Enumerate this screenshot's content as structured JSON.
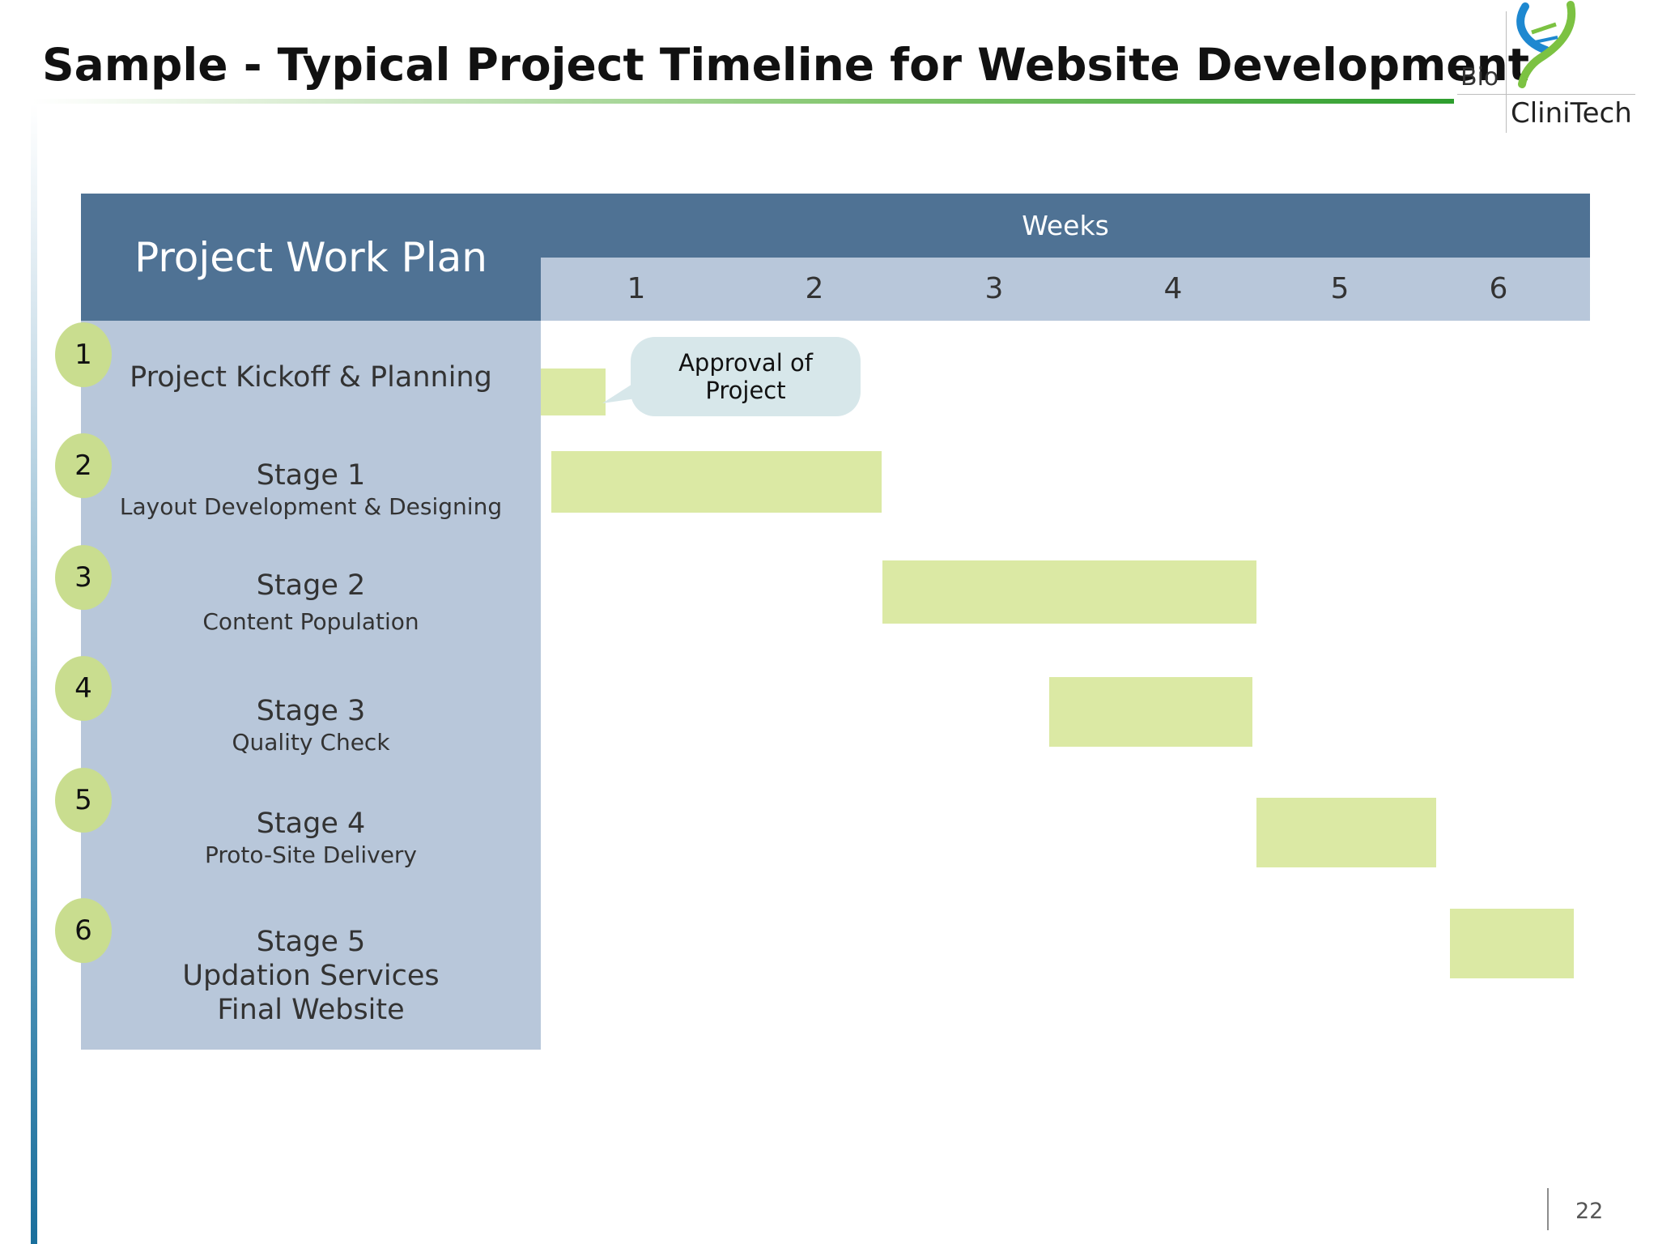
{
  "slide": {
    "title": "Sample - Typical Project Timeline for Website Development",
    "page_number": "22"
  },
  "logo": {
    "line1": "Bio",
    "line2": "CliniTech",
    "icon": "dna-helix-icon",
    "colors": {
      "blue": "#1e88d0",
      "green": "#7cc242"
    }
  },
  "table": {
    "plan_header": "Project Work Plan",
    "weeks_header": "Weeks",
    "weeks": [
      "1",
      "2",
      "3",
      "4",
      "5",
      "6"
    ],
    "tasks": [
      {
        "num": "1",
        "title": "Project Kickoff & Planning",
        "subtitle": "",
        "start_week": 0.5,
        "end_week": 0.86
      },
      {
        "num": "2",
        "title": "Stage 1",
        "subtitle": "Layout Development & Designing",
        "start_week": 0.56,
        "end_week": 2.4
      },
      {
        "num": "3",
        "title": "Stage 2",
        "subtitle": "Content Population",
        "start_week": 2.4,
        "end_week": 4.48
      },
      {
        "num": "4",
        "title": "Stage 3",
        "subtitle": "Quality Check",
        "start_week": 3.33,
        "end_week": 4.46
      },
      {
        "num": "5",
        "title": "Stage 4",
        "subtitle": "Proto-Site Delivery",
        "start_week": 4.48,
        "end_week": 5.48
      },
      {
        "num": "6",
        "title": "Stage 5",
        "subtitle": "Updation Services",
        "subtitle2": "Final Website",
        "start_week": 5.56,
        "end_week": 6.25
      }
    ],
    "callout": {
      "line1": "Approval of",
      "line2": "Project"
    }
  },
  "colors": {
    "header": "#4f7294",
    "panel": "#b8c7da",
    "bar": "#dbe9a4",
    "circle": "#c9dd8f",
    "callout": "#d7e7ea"
  }
}
